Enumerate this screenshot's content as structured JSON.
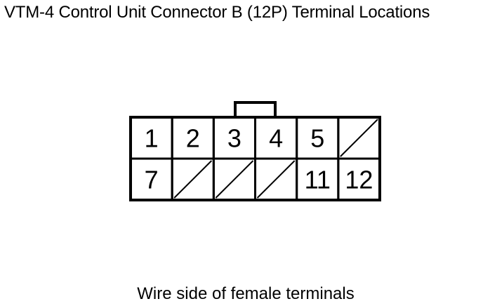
{
  "diagram": {
    "title": "VTM-4 Control Unit Connector B (12P) Terminal Locations",
    "caption": "Wire side of female terminals",
    "connector": {
      "rows": [
        [
          {
            "label": "1",
            "empty": false
          },
          {
            "label": "2",
            "empty": false
          },
          {
            "label": "3",
            "empty": false
          },
          {
            "label": "4",
            "empty": false
          },
          {
            "label": "5",
            "empty": false
          },
          {
            "label": "",
            "empty": true
          }
        ],
        [
          {
            "label": "7",
            "empty": false
          },
          {
            "label": "",
            "empty": true
          },
          {
            "label": "",
            "empty": true
          },
          {
            "label": "",
            "empty": true
          },
          {
            "label": "11",
            "empty": false
          },
          {
            "label": "12",
            "empty": false
          }
        ]
      ]
    }
  }
}
